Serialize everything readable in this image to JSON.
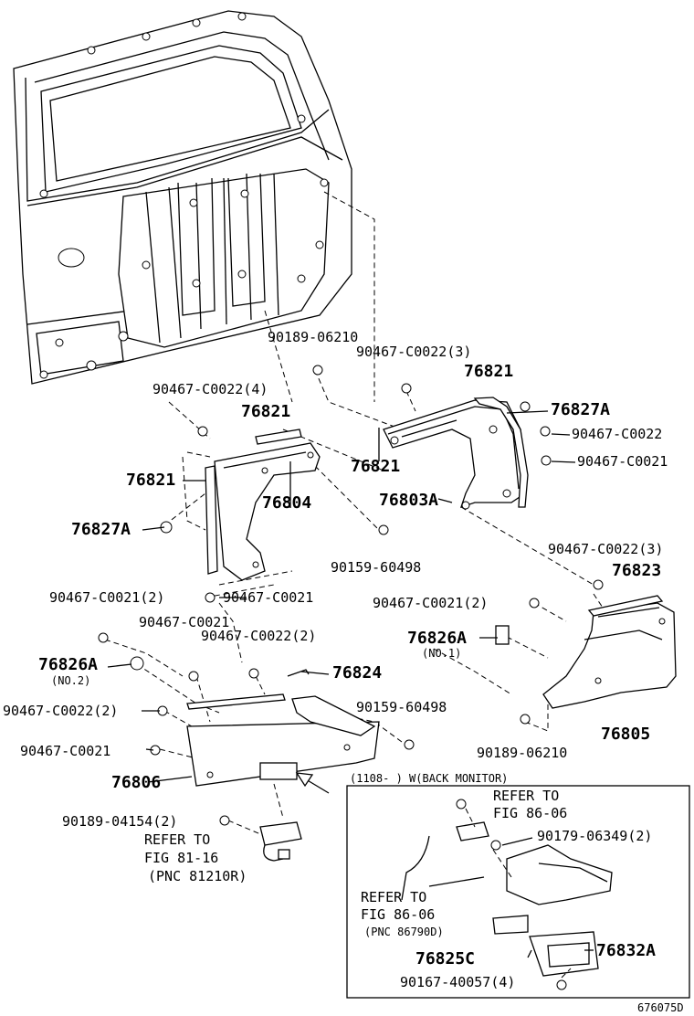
{
  "parts": {
    "p90189_06210_top": "90189-06210",
    "p90467_C0022_3_top": "90467-C0022(3)",
    "p76821_right": "76821",
    "p76827A_right": "76827A",
    "p90467_C0022_right": "90467-C0022",
    "p90467_C0021_right": "90467-C0021",
    "p90467_C0022_4": "90467-C0022(4)",
    "p76821_mid": "76821",
    "p76821_center": "76821",
    "p76821_left": "76821",
    "p76804": "76804",
    "p76803A": "76803A",
    "p76827A_left": "76827A",
    "p90159_60498_mid": "90159-60498",
    "p90467_C0022_3_right": "90467-C0022(3)",
    "p76823": "76823",
    "p90467_C0021_2_left": "90467-C0021(2)",
    "p90467_C0021_mid": "90467-C0021",
    "p90467_C0021_2_right": "90467-C0021(2)",
    "p90467_C0021_b": "90467-C0021",
    "p90467_C0022_2_mid": "90467-C0022(2)",
    "p76826A_no1": "76826A",
    "no1": "(NO.1)",
    "p76826A_no2": "76826A",
    "no2": "(NO.2)",
    "p76824": "76824",
    "p90467_C0022_2_left": "90467-C0022(2)",
    "p90159_60498_low": "90159-60498",
    "p76805": "76805",
    "p90467_C0021_low": "90467-C0021",
    "p90189_06210_low": "90189-06210",
    "p76806": "76806",
    "p90189_04154_2": "90189-04154(2)",
    "refer_to_1": "REFER TO",
    "fig_81_16": "FIG 81-16",
    "pnc_81210R": "(PNC 81210R)"
  },
  "inset": {
    "title": "(1108-      ) W(BACK MONITOR)",
    "refer_to_a": "REFER TO",
    "fig_86_06_a": "FIG 86-06",
    "p90179_06349_2": "90179-06349(2)",
    "refer_to_b": "REFER TO",
    "fig_86_06_b": "FIG 86-06",
    "pnc_86790D": "(PNC 86790D)",
    "p76825C": "76825C",
    "p76832A": "76832A",
    "p90167_40057_4": "90167-40057(4)"
  },
  "footer": {
    "code": "676075D"
  }
}
